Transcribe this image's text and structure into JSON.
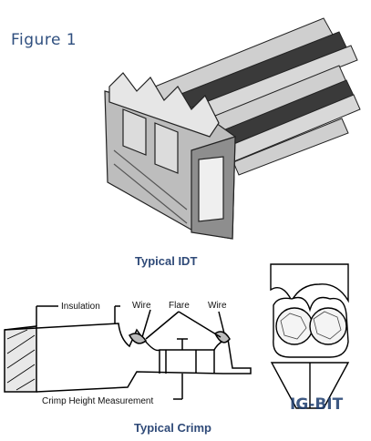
{
  "figure_label": "Figure 1",
  "captions": {
    "idt": "Typical IDT",
    "crimp": "Typical Crimp"
  },
  "callouts": {
    "insulation": "Insulation",
    "wire_left": "Wire",
    "flare": "Flare",
    "wire_right": "Wire",
    "crimp_height": "Crimp Height Measurement"
  },
  "watermark": "IG-BIT",
  "colors": {
    "caption": "#2f4a78",
    "figure_label": "#2f4f7f"
  }
}
